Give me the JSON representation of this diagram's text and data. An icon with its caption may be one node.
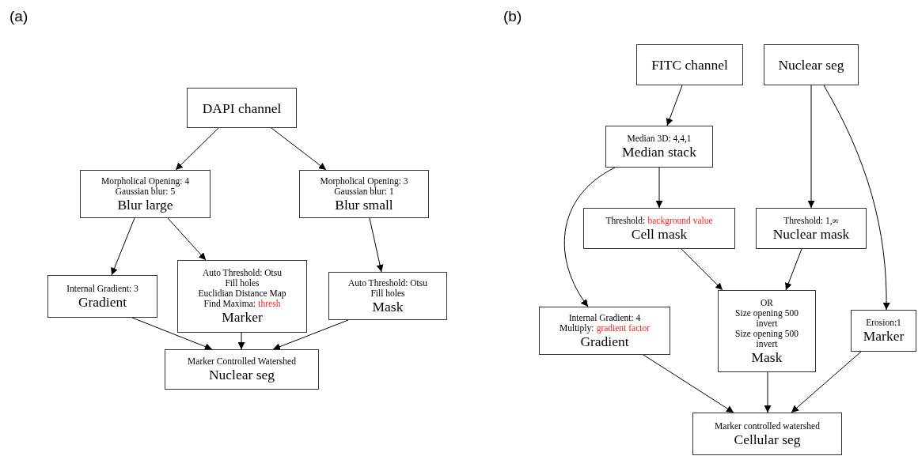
{
  "diagram": {
    "nodes": [
      {
        "text": [
          "DAPI channel"
        ]
      },
      {
        "text": [
          "Morpholical Opening: 4",
          "Gaussian blur: 5",
          "Blur large"
        ]
      },
      {
        "text": [
          "Morpholical Opening: 3",
          "Gaussian blur: 1",
          "Blur small"
        ]
      },
      {
        "text": [
          "Internal Gradient: 3",
          "Gradient"
        ]
      },
      {
        "text": [
          "Auto Threshold: Otsu",
          "Fill holes",
          "Euclidian Distance Map",
          "Find Maxima:",
          "thresh",
          "Marker"
        ]
      },
      {
        "text": [
          "Auto Threshold: Otsu",
          "Fill holes",
          "Mask"
        ]
      },
      {
        "text": [
          "Marker Controlled Watershed",
          "Nuclear seg"
        ]
      },
      {
        "text": [
          "FITC channel"
        ]
      },
      {
        "text": [
          "Nuclear seg"
        ]
      },
      {
        "text": [
          "Median 3D: 4,4,1",
          "Median stack"
        ]
      },
      {
        "text": [
          "Threshold:",
          "background value",
          "Cell mask"
        ]
      },
      {
        "text": [
          "Threshold: 1,∞",
          "Nuclear mask"
        ]
      },
      {
        "text": [
          "Internal Gradient: 4",
          "Multiply:",
          "gradient factor",
          "Gradient"
        ]
      },
      {
        "text": [
          "OR",
          "Size opening 500",
          "invert",
          "Size opening 500",
          "invert",
          "Mask"
        ]
      },
      {
        "text": [
          "Erosion:1",
          "Marker"
        ]
      },
      {
        "text": [
          "Marker controlled watershed",
          "Cellular seg"
        ]
      }
    ],
    "edges": [
      {
        "from": 0,
        "to": 1,
        "arrow": "to"
      },
      {
        "from": 0,
        "to": 2,
        "arrow": "to"
      },
      {
        "from": 1,
        "to": 3,
        "arrow": "to"
      },
      {
        "from": 1,
        "to": 4,
        "arrow": "to"
      },
      {
        "from": 2,
        "to": 5,
        "arrow": "to"
      },
      {
        "from": 3,
        "to": 6,
        "arrow": "to"
      },
      {
        "from": 4,
        "to": 6,
        "arrow": "to"
      },
      {
        "from": 5,
        "to": 6,
        "arrow": "to"
      },
      {
        "from": 7,
        "to": 9,
        "arrow": "to"
      },
      {
        "from": 8,
        "to": 11,
        "arrow": "to"
      },
      {
        "from": 8,
        "to": 14,
        "arrow": "to"
      },
      {
        "from": 9,
        "to": 10,
        "arrow": "to"
      },
      {
        "from": 9,
        "to": 12,
        "arrow": "to"
      },
      {
        "from": 10,
        "to": 13,
        "arrow": "to"
      },
      {
        "from": 11,
        "to": 13,
        "arrow": "to"
      },
      {
        "from": 12,
        "to": 15,
        "arrow": "to"
      },
      {
        "from": 13,
        "to": 15,
        "arrow": "to"
      },
      {
        "from": 14,
        "to": 15,
        "arrow": "to"
      }
    ],
    "labels": [
      "(a)",
      "(b)"
    ]
  }
}
